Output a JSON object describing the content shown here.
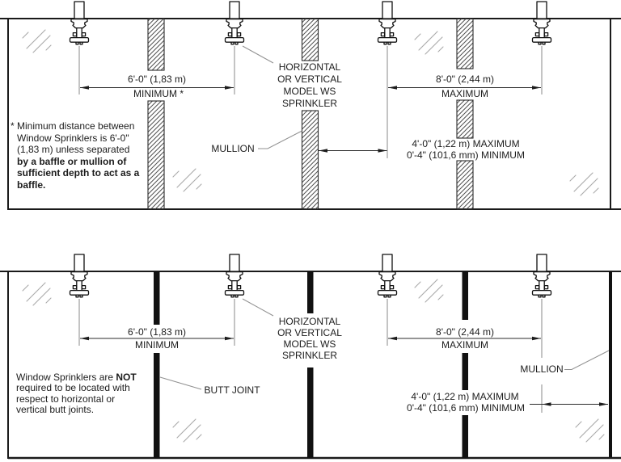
{
  "colors": {
    "line": "#1a1a1a",
    "leader": "#909090",
    "glass": "#a9a9a9",
    "background": "#ffffff"
  },
  "top": {
    "note": {
      "lines": [
        "* Minimum distance between",
        "Window Sprinklers is 6'-0\"",
        "(1,83 m) unless separated",
        "by a baffle or mullion of",
        "sufficient depth to act as a",
        "baffle."
      ]
    },
    "dim_min": {
      "value": "6'-0\" (1,83 m)",
      "qualifier": "MINIMUM *"
    },
    "dim_max": {
      "value": "8'-0\" (2,44 m)",
      "qualifier": "MAXIMUM"
    },
    "dim_mullion": {
      "line1": "4'-0\" (1,22 m) MAXIMUM",
      "line2": "0'-4\" (101,6 mm) MINIMUM"
    },
    "sprinkler_label": {
      "lines": [
        "HORIZONTAL",
        "OR VERTICAL",
        "MODEL WS",
        "SPRINKLER"
      ]
    },
    "mullion_label": "MULLION"
  },
  "bottom": {
    "note": {
      "l1_regular": "Window Sprinklers are ",
      "l1_bold": "NOT",
      "lines": [
        "required to be located with",
        "respect to horizontal or",
        "vertical butt joints."
      ]
    },
    "dim_min": {
      "value": "6'-0\" (1,83 m)",
      "qualifier": "MINIMUM"
    },
    "dim_max": {
      "value": "8'-0\" (2,44 m)",
      "qualifier": "MAXIMUM"
    },
    "dim_mullion": {
      "line1": "4'-0\" (1,22 m) MAXIMUM",
      "line2": "0'-4\" (101,6 mm) MINIMUM"
    },
    "sprinkler_label": {
      "lines": [
        "HORIZONTAL",
        "OR VERTICAL",
        "MODEL WS",
        "SPRINKLER"
      ]
    },
    "mullion_label": "MULLION",
    "butt_joint_label": "BUTT JOINT"
  }
}
